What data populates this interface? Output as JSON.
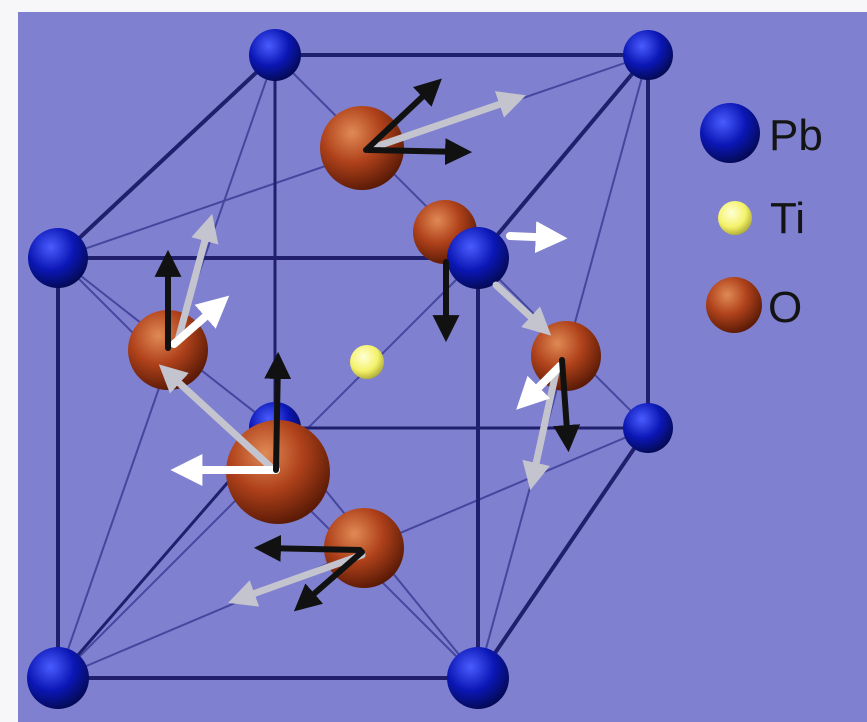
{
  "colors": {
    "background": "#7f80cf",
    "frame": "#f7f7f9",
    "edge": "#1f1f6e",
    "diagonal": "#3b3c96",
    "pb_atom": "#0b17b5",
    "ti_atom": "#f4f26a",
    "o_atom": "#b0421b",
    "arrow_black": "#111111",
    "arrow_white": "#ffffff",
    "arrow_grey": "#c4c4cf"
  },
  "legend": {
    "items": [
      {
        "symbol": "pb-atom",
        "label": "Pb"
      },
      {
        "symbol": "ti-atom",
        "label": "Ti"
      },
      {
        "symbol": "o-atom",
        "label": "O"
      }
    ]
  }
}
